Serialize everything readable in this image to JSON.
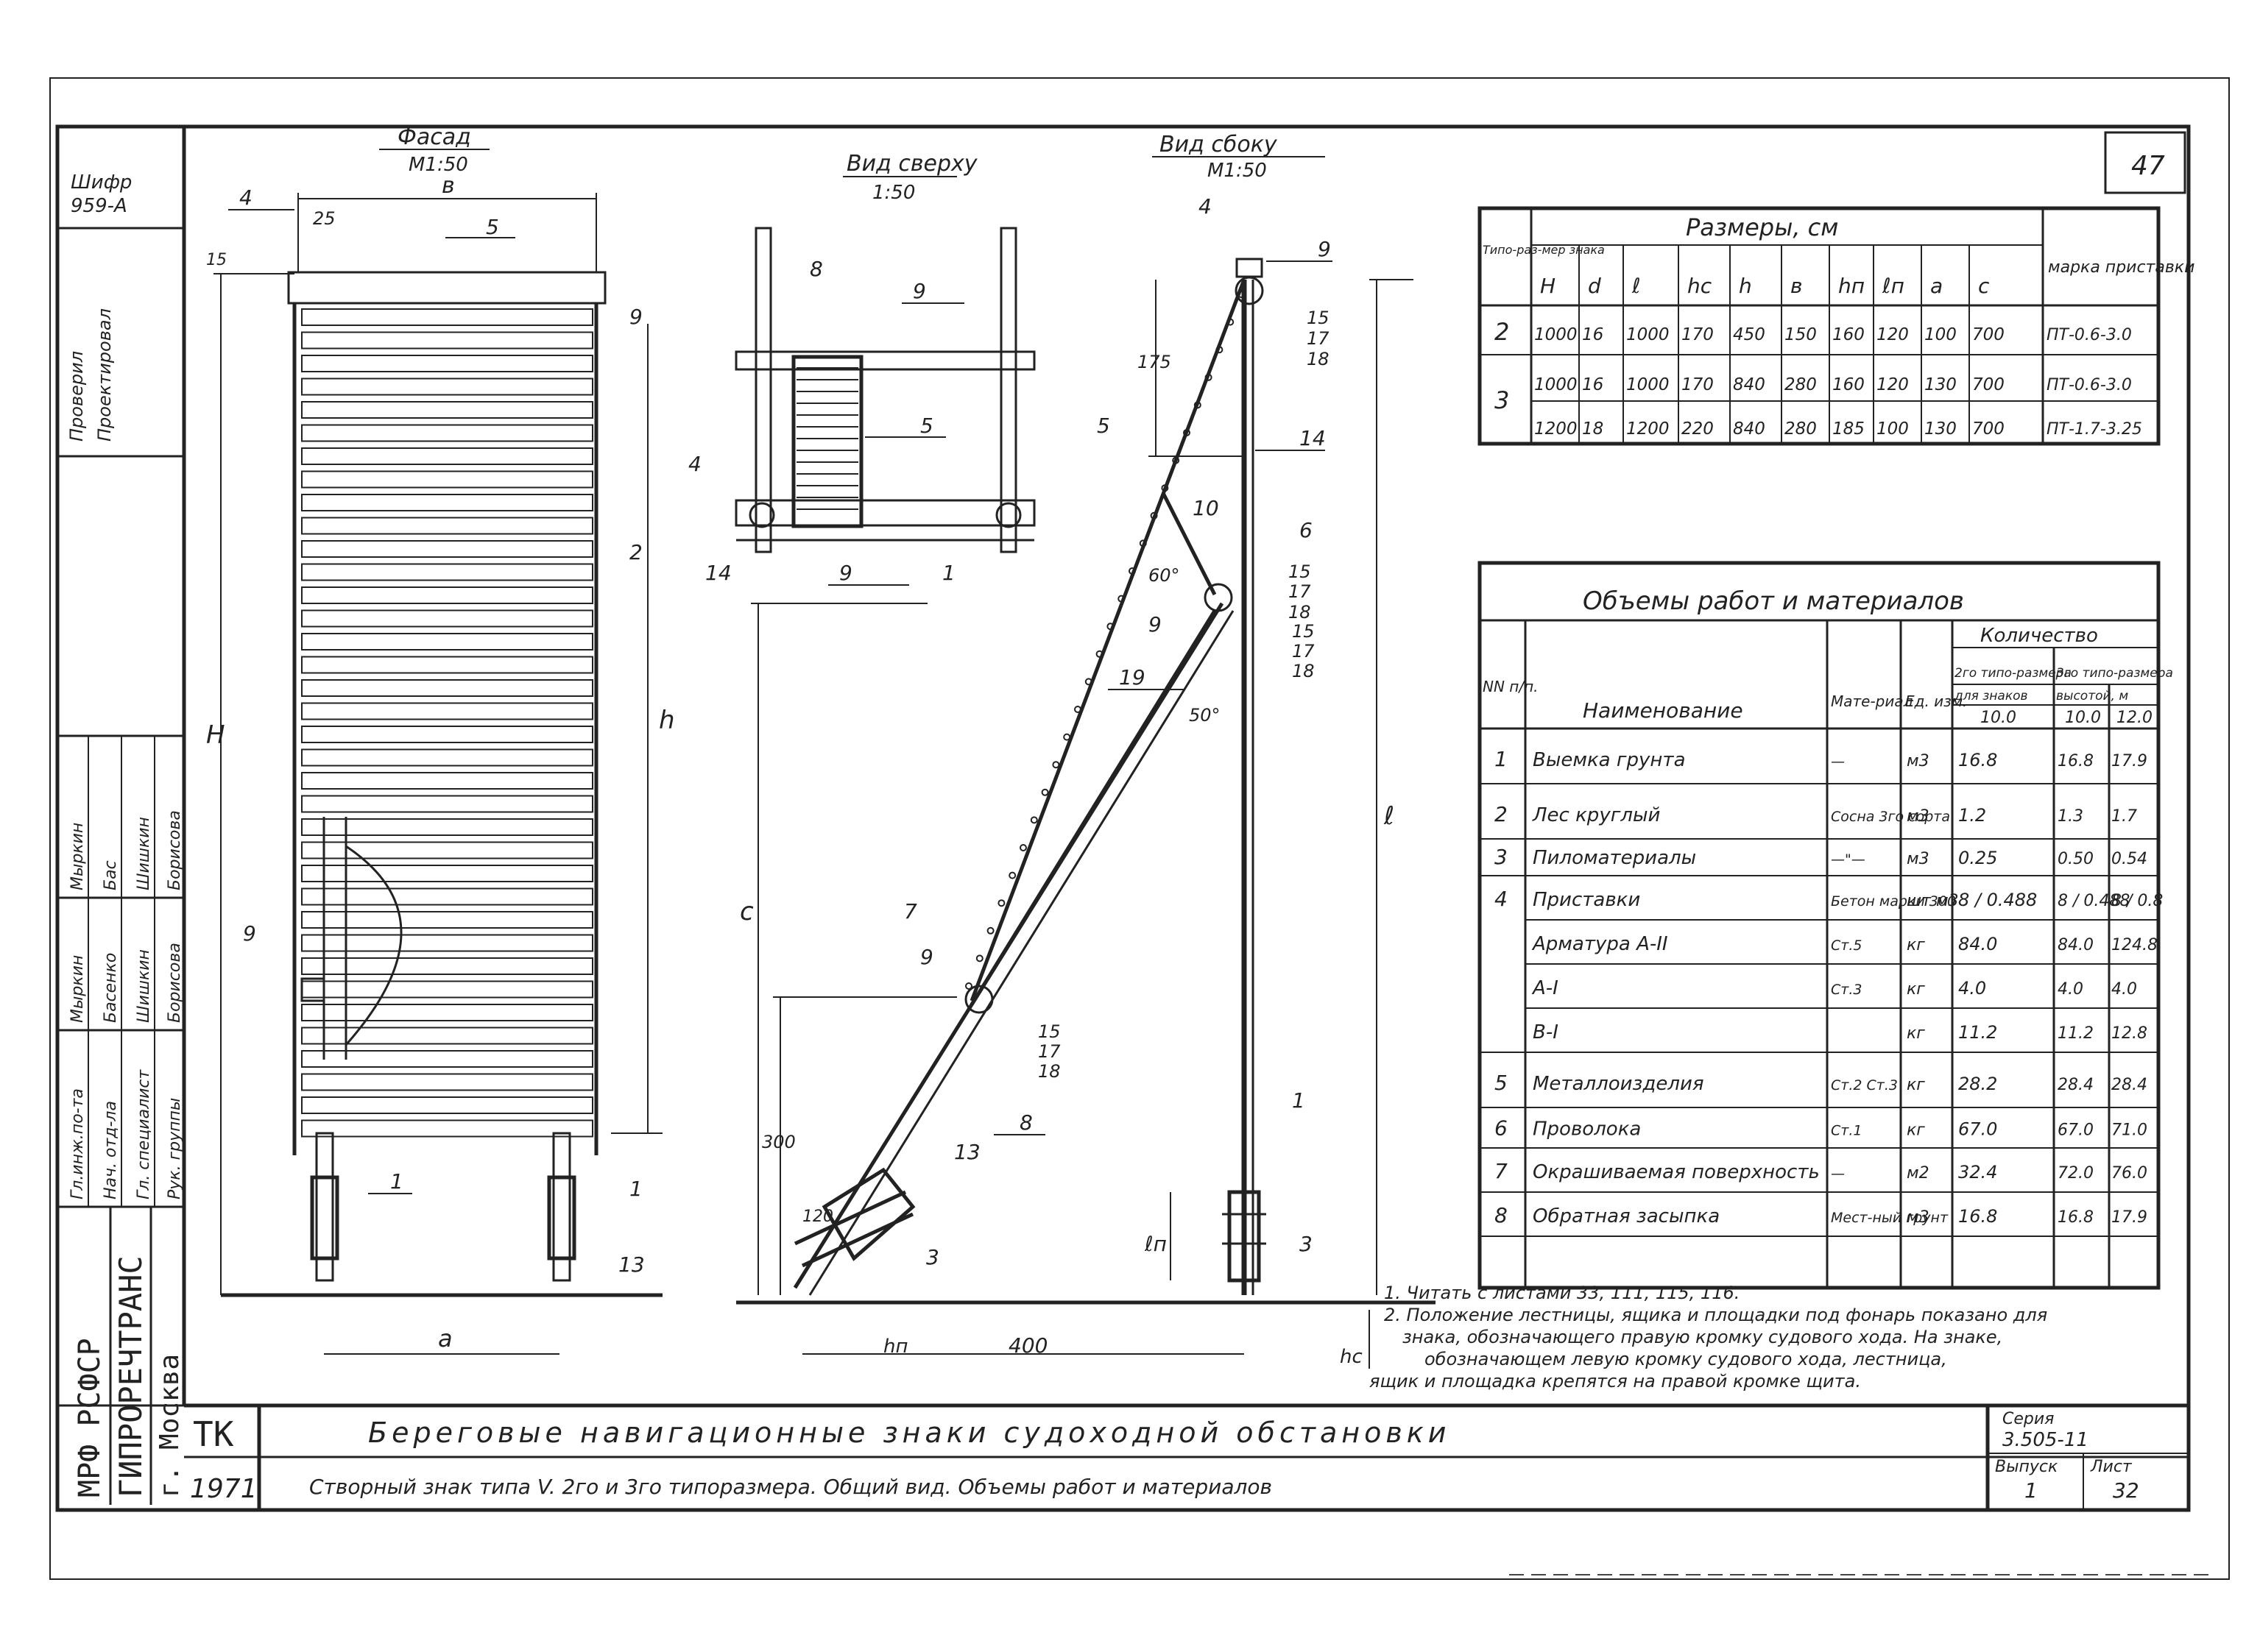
{
  "sheet_number": "47",
  "stamp": {
    "cipher_label": "Шифр",
    "cipher_value": "959-А",
    "sign_rows": [
      {
        "role": "Гл.инж.по-та",
        "name": "Мыркин",
        "sign": "Мыркин"
      },
      {
        "role": "Нач. отд-ла",
        "name": "Басенко",
        "sign": "Бас"
      },
      {
        "role": "Гл. специалист",
        "name": "Шишкин",
        "sign": "Шишкин"
      },
      {
        "role": "Рук. группы",
        "name": "Борисова",
        "sign": "Борисова"
      }
    ],
    "checked_label": "Проверил",
    "checked_value": "Проектировал",
    "ministry": "МРФ   РСФСР",
    "institute": "ГИПРОРЕЧТРАНС",
    "city": "г. Москва"
  },
  "views": {
    "facade": {
      "title": "Фасад",
      "scale": "М1:50"
    },
    "top": {
      "title": "Вид сверху",
      "scale": "1:50"
    },
    "side": {
      "title": "Вид сбоку",
      "scale": "М1:50"
    }
  },
  "dims": {
    "b": "в",
    "h_total": "Н",
    "h": "h",
    "a": "а",
    "c": "с",
    "l": "ℓ",
    "ln": "ℓп",
    "hn": "hп",
    "hc": "hс",
    "d25": "25",
    "d15": "15",
    "d175": "175",
    "d300": "300",
    "d120": "120",
    "d400": "400",
    "a60": "60°",
    "a50": "50°"
  },
  "callouts": {
    "n1": "1",
    "n2": "2",
    "n3": "3",
    "n4": "4",
    "n5": "5",
    "n6": "6",
    "n7": "7",
    "n8": "8",
    "n9": "9",
    "n10": "10",
    "n13": "13",
    "n14": "14",
    "n15": "15",
    "n17": "17",
    "n18": "18",
    "n19": "19"
  },
  "sizes_table": {
    "title": "Размеры, см",
    "col_type": "Типо-раз-мер знака",
    "col_mark": "марка приставки",
    "columns": [
      "Н",
      "d",
      "ℓ",
      "hс",
      "h",
      "в",
      "hп",
      "ℓп",
      "а",
      "с"
    ],
    "rows": [
      {
        "type": "2",
        "values": [
          "1000",
          "16",
          "1000",
          "170",
          "450",
          "150",
          "160",
          "120",
          "100",
          "700"
        ],
        "mark": "ПТ-0.6-3.0"
      },
      {
        "type": "3",
        "values": [
          "1000",
          "16",
          "1000",
          "170",
          "840",
          "280",
          "160",
          "120",
          "130",
          "700"
        ],
        "mark": "ПТ-0.6-3.0"
      },
      {
        "type": "",
        "values": [
          "1200",
          "18",
          "1200",
          "220",
          "840",
          "280",
          "185",
          "100",
          "130",
          "700"
        ],
        "mark": "ПТ-1.7-3.25"
      }
    ]
  },
  "works_table": {
    "title": "Объемы работ и материалов",
    "col_num": "NN п/п.",
    "col_name": "Наименование",
    "col_mat": "Мате-риал",
    "col_unit": "Ед. изм.",
    "col_qty": "Количество",
    "col_t2": "2го типо-размера",
    "col_t3": "3го типо-размера",
    "sub_t2": "для знаков",
    "sub_t3": "высотой, м",
    "h_10a": "10.0",
    "h_10b": "10.0",
    "h_12": "12.0",
    "rows": [
      {
        "n": "1",
        "name": "Выемка грунта",
        "mat": "—",
        "unit": "м3",
        "v1": "16.8",
        "v2": "16.8",
        "v3": "17.9"
      },
      {
        "n": "2",
        "name": "Лес круглый",
        "mat": "Сосна 3го сорта",
        "unit": "м3",
        "v1": "1.2",
        "v2": "1.3",
        "v3": "1.7"
      },
      {
        "n": "3",
        "name": "Пиломатериалы",
        "mat": "—\"—",
        "unit": "м3",
        "v1": "0.25",
        "v2": "0.50",
        "v3": "0.54"
      },
      {
        "n": "4",
        "name": "Приставки",
        "mat": "Бетон марки 300",
        "unit": "шт м3",
        "v1": "8 / 0.488",
        "v2": "8 / 0.488",
        "v3": "8 / 0.8"
      },
      {
        "n": "",
        "name": "Арматура А-II",
        "mat": "Ст.5",
        "unit": "кг",
        "v1": "84.0",
        "v2": "84.0",
        "v3": "124.8"
      },
      {
        "n": "",
        "name": "А-I",
        "mat": "Ст.3",
        "unit": "кг",
        "v1": "4.0",
        "v2": "4.0",
        "v3": "4.0"
      },
      {
        "n": "",
        "name": "В-I",
        "mat": "",
        "unit": "кг",
        "v1": "11.2",
        "v2": "11.2",
        "v3": "12.8"
      },
      {
        "n": "5",
        "name": "Металлоизделия",
        "mat": "Ст.2 Ст.3",
        "unit": "кг",
        "v1": "28.2",
        "v2": "28.4",
        "v3": "28.4"
      },
      {
        "n": "6",
        "name": "Проволока",
        "mat": "Ст.1",
        "unit": "кг",
        "v1": "67.0",
        "v2": "67.0",
        "v3": "71.0"
      },
      {
        "n": "7",
        "name": "Окрашиваемая поверхность",
        "mat": "—",
        "unit": "м2",
        "v1": "32.4",
        "v2": "72.0",
        "v3": "76.0"
      },
      {
        "n": "8",
        "name": "Обратная засыпка",
        "mat": "Мест-ный грунт",
        "unit": "м3",
        "v1": "16.8",
        "v2": "16.8",
        "v3": "17.9"
      }
    ]
  },
  "notes": [
    "1. Читать с листами 33, 111, 115, 116.",
    "2. Положение лестницы, ящика и площадки под фонарь показано для",
    "знака, обозначающего правую кромку судового хода. На знаке,",
    "обозначающем левую кромку судового хода, лестница,",
    "ящик и площадка крепятся на правой кромке щита."
  ],
  "title_block": {
    "tk": "ТК",
    "year": "1971",
    "main_title": "Береговые навигационные знаки судоходной обстановки",
    "sub_title": "Створный знак типа V. 2го и 3го типоразмера. Общий вид. Объемы работ и материалов",
    "series_label": "Серия",
    "series_value": "3.505-11",
    "issue_label": "Выпуск",
    "issue_value": "1",
    "sheet_label": "Лист",
    "sheet_value": "32"
  }
}
